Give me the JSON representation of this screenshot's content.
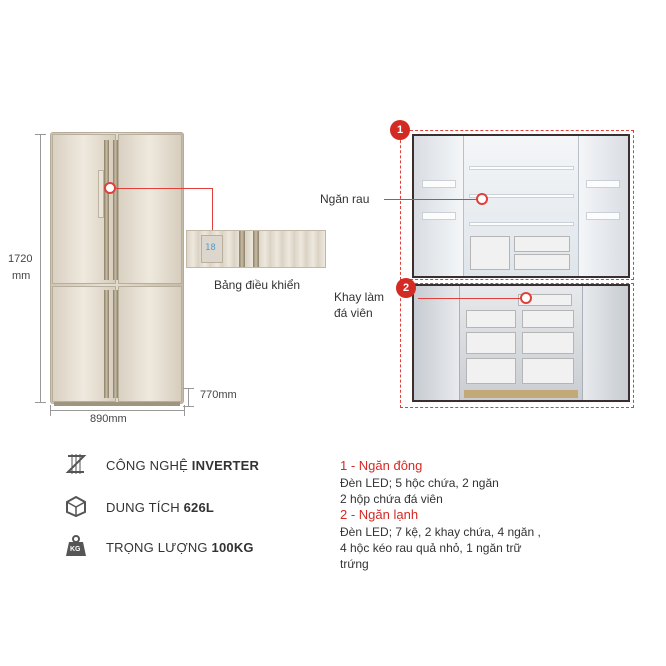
{
  "dimensions": {
    "height_value": "1720",
    "height_unit": "mm",
    "width": "890mm",
    "depth": "770mm"
  },
  "control_panel_label": "Bảng điều khiển",
  "zoom_readout": "18",
  "compartment_labels": {
    "veg": "Ngăn rau",
    "ice_line1": "Khay làm",
    "ice_line2": "đá viên"
  },
  "badges": [
    "1",
    "2"
  ],
  "specs": [
    {
      "icon": "inverter-icon",
      "prefix": "CÔNG NGHỆ ",
      "value": "INVERTER"
    },
    {
      "icon": "capacity-icon",
      "prefix": "DUNG TÍCH ",
      "value": "626L"
    },
    {
      "icon": "weight-kg-icon",
      "prefix": "TRỌNG LƯỢNG ",
      "value": "100KG"
    }
  ],
  "weight_icon_text": "KG",
  "freezer": {
    "heading": "1 - Ngăn đông",
    "line1": "Đèn LED; 5 hộc chứa, 2 ngăn",
    "line2": "2 hộp chứa đá viên"
  },
  "fridge": {
    "heading": "2 - Ngăn lạnh",
    "line1": "Đèn LED; 7 kệ, 2 khay chứa, 4 ngăn ,",
    "line2": "4 hộc kéo rau quả nhỏ, 1 ngăn trữ",
    "line3": "trứng"
  },
  "colors": {
    "accent_red": "#d42a24",
    "fridge_champagne": "#e6dfd2",
    "door_frame": "#3a2e2e"
  }
}
